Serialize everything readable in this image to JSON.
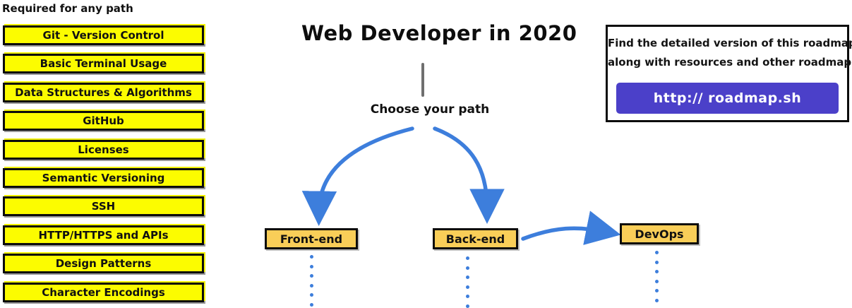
{
  "header": {
    "title": "Web Developer in 2020",
    "choose_path_label": "Choose your path"
  },
  "required_section": {
    "heading": "Required for any path",
    "items": [
      "Git - Version Control",
      "Basic Terminal Usage",
      "Data Structures & Algorithms",
      "GitHub",
      "Licenses",
      "Semantic Versioning",
      "SSH",
      "HTTP/HTTPS and APIs",
      "Design Patterns",
      "Character Encodings"
    ]
  },
  "paths": {
    "front_end": "Front-end",
    "back_end": "Back-end",
    "devops": "DevOps"
  },
  "info_box": {
    "line1": "Find the detailed version of this roadmap",
    "line2": "along with resources and other roadmaps",
    "button_label": "http:// roadmap.sh"
  },
  "colors": {
    "topic_fill": "#FCFC00",
    "path_fill": "#F9CE58",
    "arrow_blue": "#3D7EDC",
    "button_purple": "#4B40C9",
    "stem_gray": "#6F6F6F",
    "border_black": "#0C0C0C"
  }
}
